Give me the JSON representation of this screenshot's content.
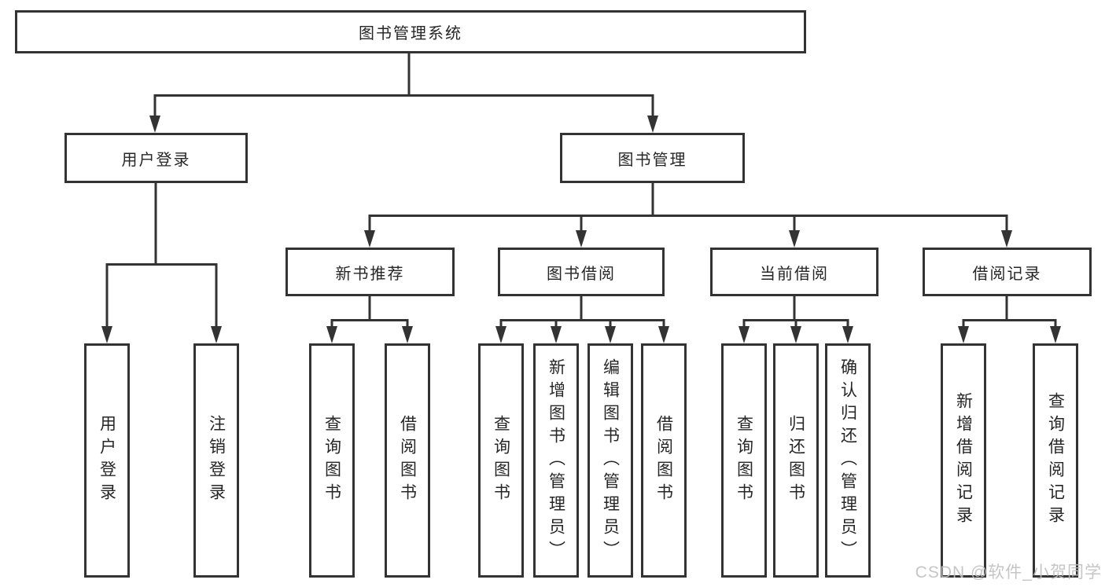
{
  "tree": {
    "root": {
      "label": "图书管理系统"
    },
    "branches": [
      {
        "label": "用户登录",
        "leaves": [
          {
            "label": "用户登录"
          },
          {
            "label": "注销登录"
          }
        ]
      },
      {
        "label": "图书管理",
        "groups": [
          {
            "label": "新书推荐",
            "leaves": [
              {
                "label": "查询图书"
              },
              {
                "label": "借阅图书"
              }
            ]
          },
          {
            "label": "图书借阅",
            "leaves": [
              {
                "label": "查询图书"
              },
              {
                "label": "新增图书（管理员）"
              },
              {
                "label": "编辑图书（管理员）"
              },
              {
                "label": "借阅图书"
              }
            ]
          },
          {
            "label": "当前借阅",
            "leaves": [
              {
                "label": "查询图书"
              },
              {
                "label": "归还图书"
              },
              {
                "label": "确认归还（管理员）"
              }
            ]
          },
          {
            "label": "借阅记录",
            "leaves": [
              {
                "label": "新增借阅记录"
              },
              {
                "label": "查询借阅记录"
              }
            ]
          }
        ]
      }
    ]
  },
  "watermark": "CSDN @软件_小贺同学",
  "colors": {
    "line": "#333333",
    "text": "#262626",
    "background": "#ffffff",
    "watermark": "#bfbfbf"
  }
}
